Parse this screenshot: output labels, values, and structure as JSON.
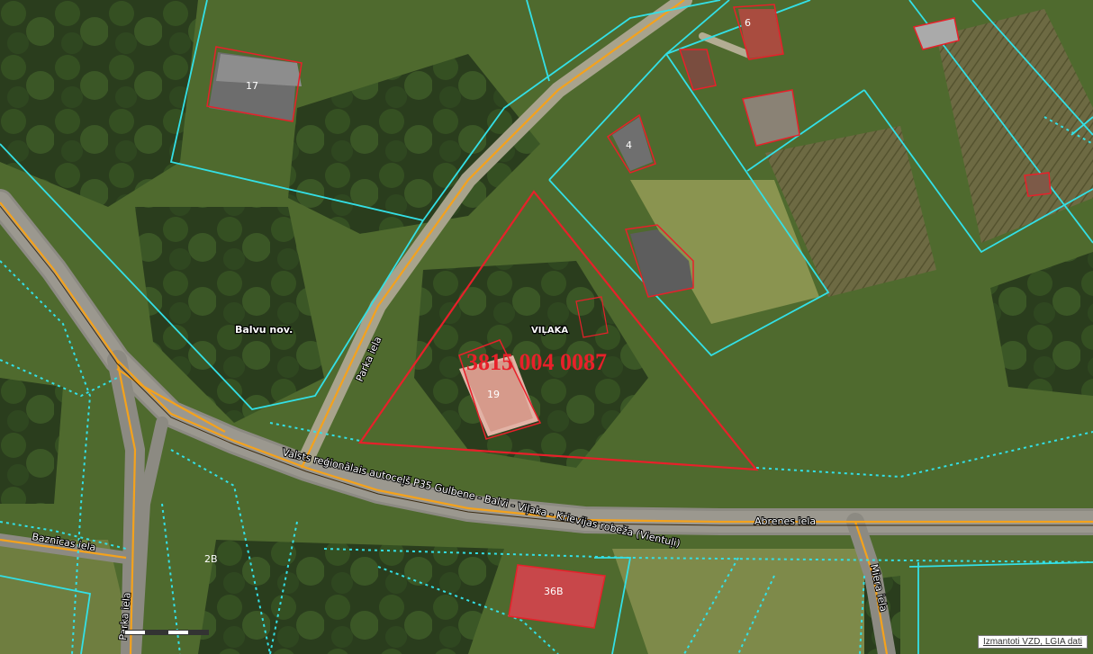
{
  "map": {
    "parcel_id": "3815 004 0087",
    "place_label": "VIĻAKA",
    "district_label": "Balvu nov.",
    "attribution": "Izmantoti VZD, LGIA dati",
    "building_numbers": [
      "17",
      "6",
      "4",
      "19",
      "2B",
      "36B"
    ],
    "streets": {
      "main_road": "Valsts reģionālais autoceļš P35 Gulbene - Balvi - Viļaka - Krievijas robeža (Vientuļi)",
      "abrenes": "Abrenes iela",
      "parka_upper": "Parka iela",
      "parka_lower": "Parka iela",
      "baznicas": "Baznīcas iela",
      "miera": "Miera iela"
    },
    "colors": {
      "parcel_outline": "#e8202a",
      "cadastre_line": "#33e0e6",
      "street_centerline": "#f4a21c",
      "building_outline": "#e8202a"
    }
  }
}
